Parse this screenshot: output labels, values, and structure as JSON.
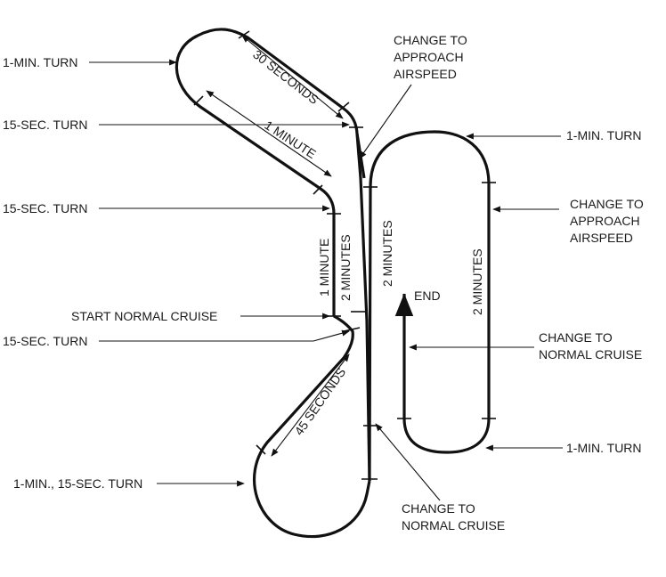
{
  "labels": {
    "one_min_turn_top_left": "1-MIN. TURN",
    "fifteen_sec_turn_1": "15-SEC. TURN",
    "fifteen_sec_turn_2": "15-SEC. TURN",
    "start_normal_cruise": "START NORMAL CRUISE",
    "fifteen_sec_turn_3": "15-SEC. TURN",
    "one_min_fifteen_sec_turn": "1-MIN., 15-SEC. TURN",
    "change_to_approach_airspeed_top": [
      "CHANGE TO",
      "APPROACH",
      "AIRSPEED"
    ],
    "one_min_turn_right_top": "1-MIN. TURN",
    "change_to_approach_airspeed_right": [
      "CHANGE TO",
      "APPROACH",
      "AIRSPEED"
    ],
    "change_to_normal_cruise_right": [
      "CHANGE TO",
      "NORMAL CRUISE"
    ],
    "one_min_turn_right_bottom": "1-MIN. TURN",
    "change_to_normal_cruise_bottom": [
      "CHANGE TO",
      "NORMAL CRUISE"
    ],
    "end": "END"
  },
  "durations": {
    "thirty_seconds": "30 SECONDS",
    "one_minute_diag": "1 MINUTE",
    "one_minute_vert": "1 MINUTE",
    "two_minutes_a": "2 MINUTES",
    "two_minutes_b": "2 MINUTES",
    "two_minutes_c": "2 MINUTES",
    "forty_five_seconds": "45 SECONDS"
  }
}
